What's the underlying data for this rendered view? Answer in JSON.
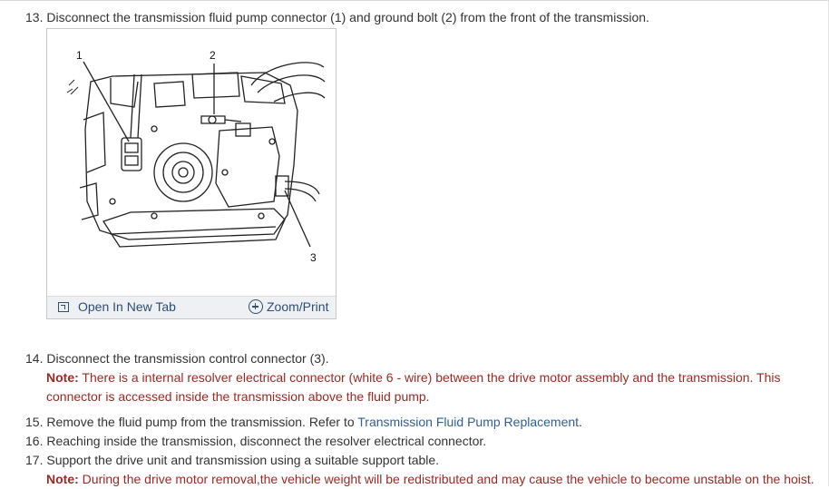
{
  "steps": [
    {
      "num": "13.",
      "text": "Disconnect the transmission fluid pump connector (1) and ground bolt (2) from the front of the transmission."
    },
    {
      "num": "14.",
      "text": "Disconnect the transmission control connector (3)."
    },
    {
      "num": "15.",
      "text_before": "Remove the fluid pump from the transmission. Refer to ",
      "link": "Transmission Fluid Pump Replacement",
      "text_after": "."
    },
    {
      "num": "16.",
      "text": "Reaching inside the transmission, disconnect the resolver electrical connector."
    },
    {
      "num": "17.",
      "text": "Support the drive unit and transmission using a suitable support table."
    }
  ],
  "notes": [
    {
      "label": "Note:",
      "line1": " There is a internal resolver electrical connector (white 6 - wire) between the drive motor assembly and the transmission. This",
      "line2": "connector is accessed inside the transmission above the fluid pump."
    },
    {
      "label": "Note:",
      "text": " During the drive motor removal,the vehicle weight will be redistributed and may cause the vehicle to become unstable on the hoist."
    }
  ],
  "figure": {
    "callouts": [
      "1",
      "2",
      "3"
    ],
    "open_new_tab": "Open In New Tab",
    "zoom_print": "Zoom/Print",
    "icons": [
      "open-new-tab-icon",
      "zoom-plus-icon"
    ]
  },
  "colors": {
    "note": "#9b2a23",
    "link": "#2f5f96",
    "text": "#333333"
  }
}
